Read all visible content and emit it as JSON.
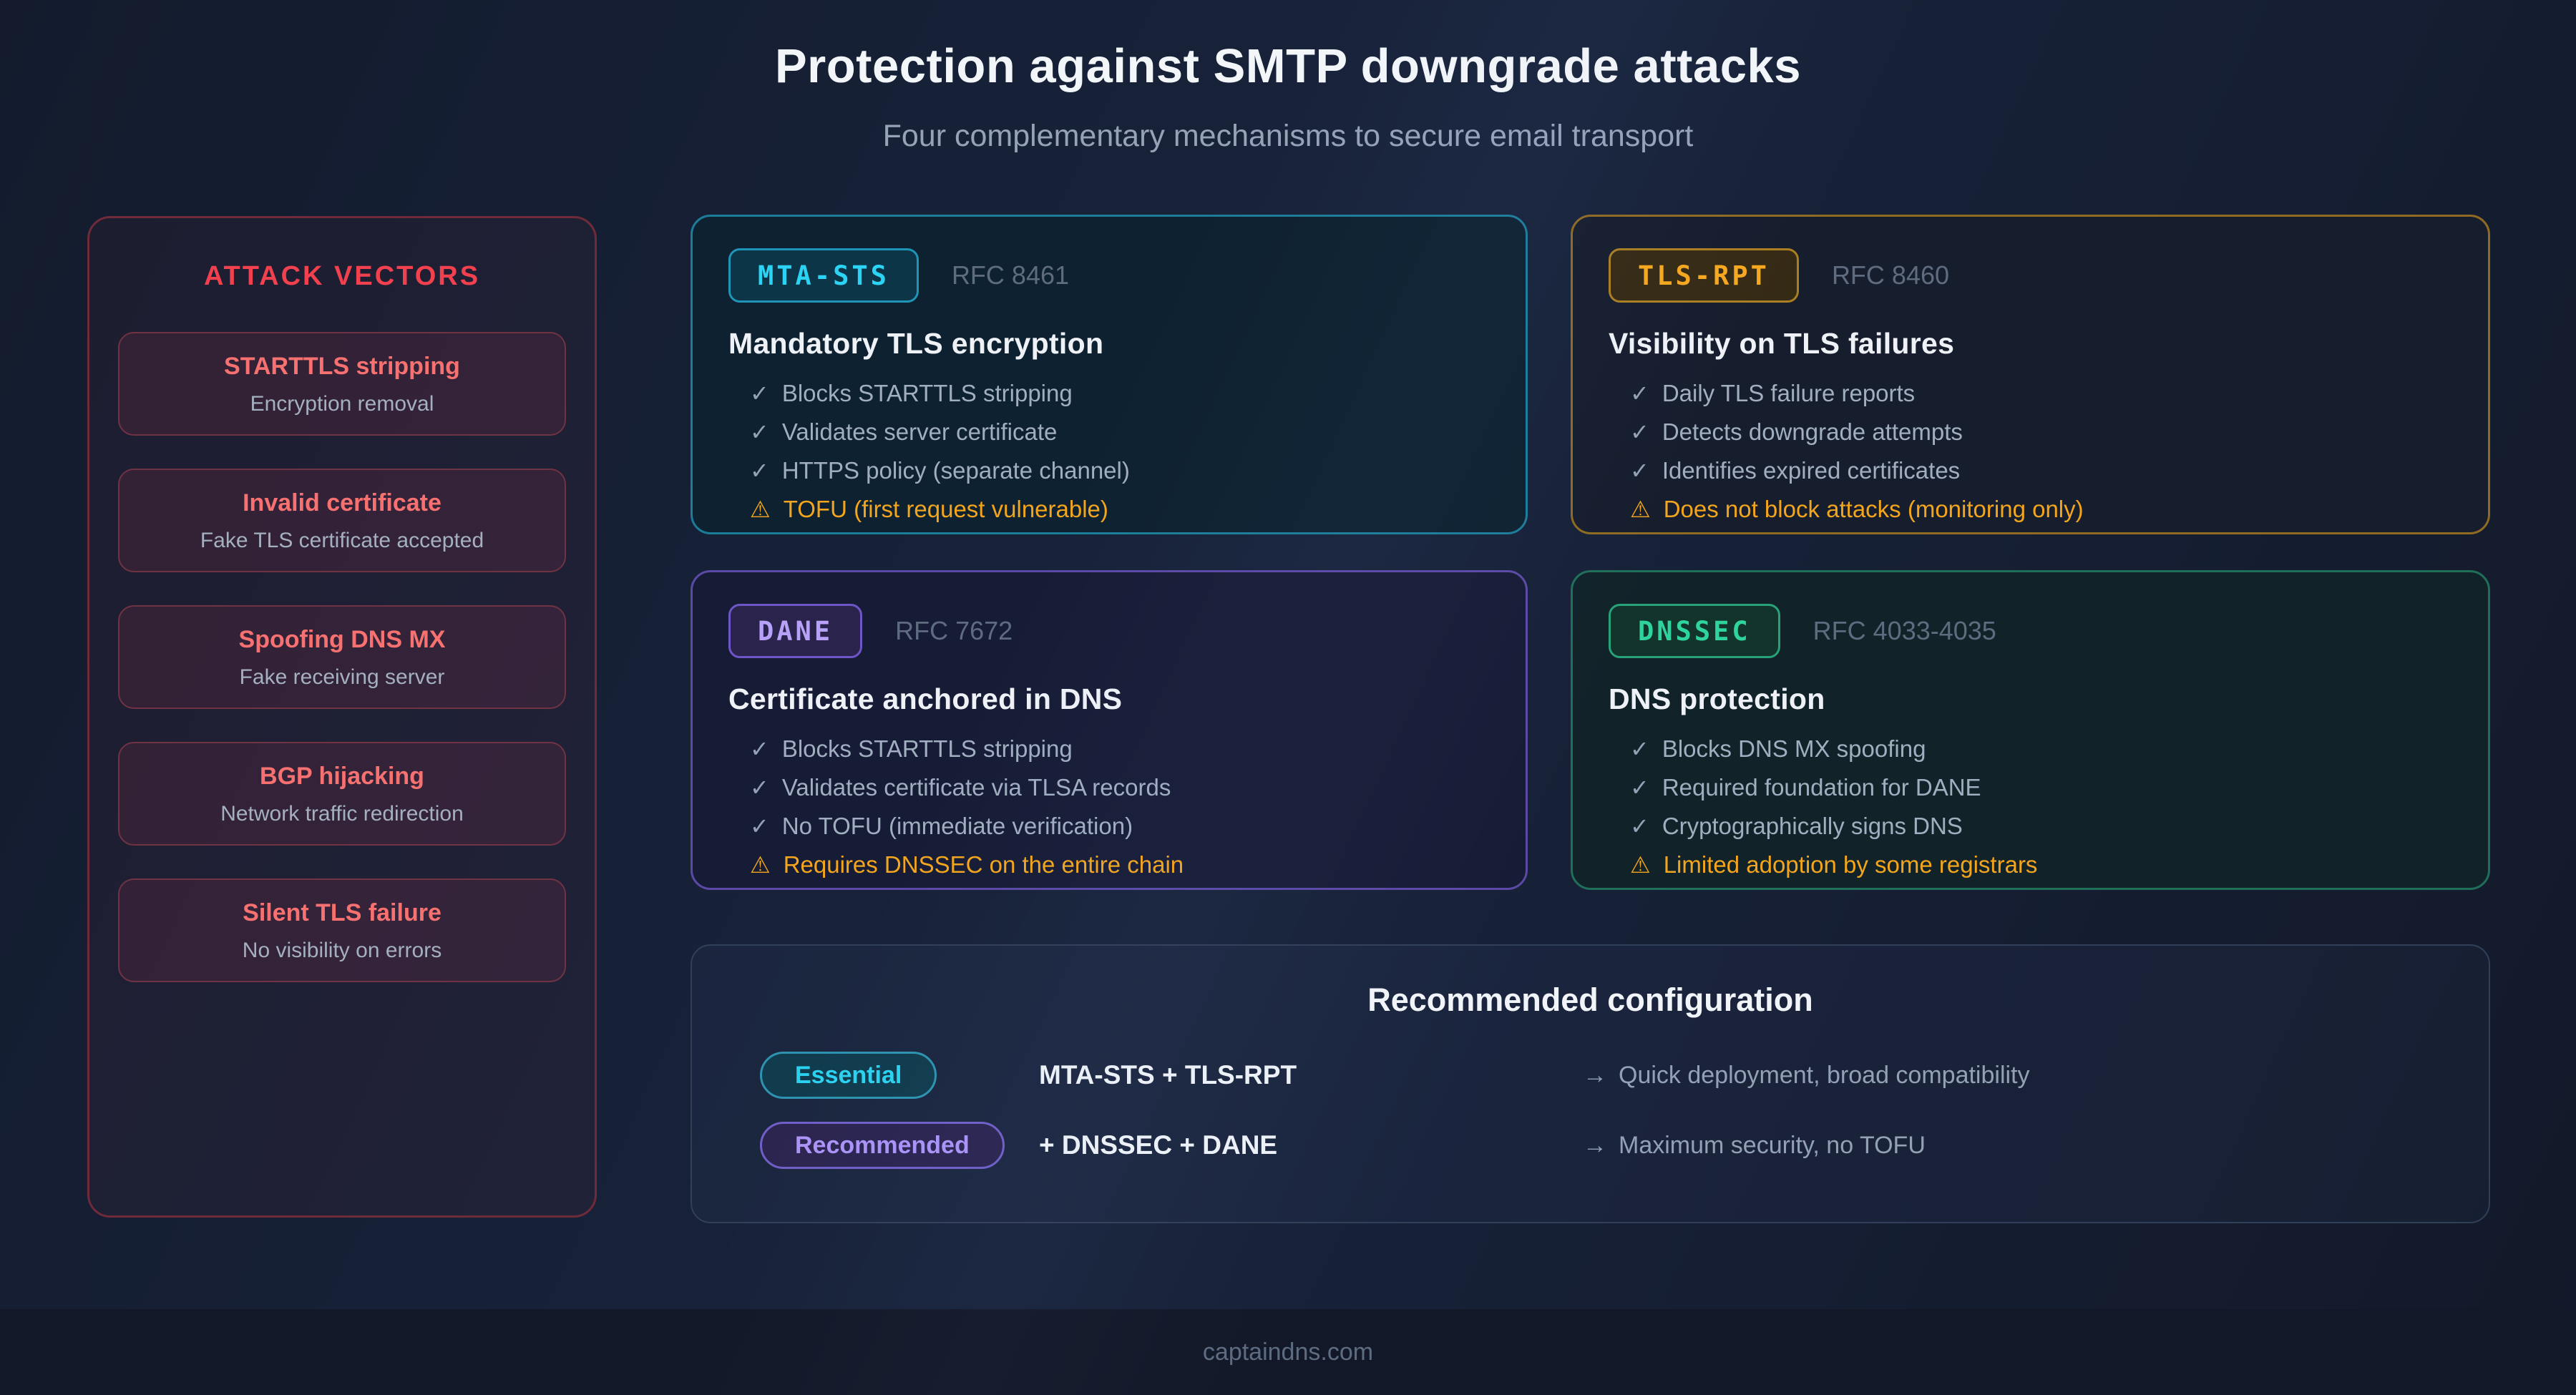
{
  "page": {
    "title": "Protection against SMTP downgrade attacks",
    "subtitle": "Four complementary mechanisms to secure email transport",
    "footer": "captaindns.com"
  },
  "colors": {
    "background": "#141d30",
    "footer_bg": "#121827",
    "attack_red": "#f2414e",
    "attack_item_red": "#f87171",
    "check_gray": "#93a2b6",
    "list_text_gray": "#a0aec0",
    "warning_orange": "#f2a51d",
    "rfc_gray": "#5f6c80"
  },
  "icons": {
    "check": "✓",
    "warning": "⚠",
    "arrow": "→"
  },
  "attack_panel": {
    "heading": "ATTACK VECTORS",
    "items": [
      {
        "title": "STARTTLS stripping",
        "subtitle": "Encryption removal"
      },
      {
        "title": "Invalid certificate",
        "subtitle": "Fake TLS certificate accepted"
      },
      {
        "title": "Spoofing DNS MX",
        "subtitle": "Fake receiving server"
      },
      {
        "title": "BGP hijacking",
        "subtitle": "Network traffic redirection"
      },
      {
        "title": "Silent TLS failure",
        "subtitle": "No visibility on errors"
      }
    ]
  },
  "cards": [
    {
      "badge": "MTA-STS",
      "rfc": "RFC 8461",
      "title": "Mandatory TLS encryption",
      "accent": "#2bd4f5",
      "border": "#1c7d99",
      "badge_bg": "#0c3547",
      "badge_border": "#2094b6",
      "card_bg": "#0e2130",
      "items": [
        {
          "icon": "check",
          "text": "Blocks STARTTLS stripping"
        },
        {
          "icon": "check",
          "text": "Validates server certificate"
        },
        {
          "icon": "check",
          "text": "HTTPS policy (separate channel)"
        },
        {
          "icon": "warning",
          "text": "TOFU (first request vulnerable)"
        }
      ]
    },
    {
      "badge": "TLS-RPT",
      "rfc": "RFC 8460",
      "title": "Visibility on TLS failures",
      "accent": "#f6a81e",
      "border": "#8f6b22",
      "badge_bg": "#352a14",
      "badge_border": "#aa7e22",
      "card_bg": "#161d2d",
      "items": [
        {
          "icon": "check",
          "text": "Daily TLS failure reports"
        },
        {
          "icon": "check",
          "text": "Detects downgrade attempts"
        },
        {
          "icon": "check",
          "text": "Identifies expired certificates"
        },
        {
          "icon": "warning",
          "text": "Does not block attacks (monitoring only)"
        }
      ]
    },
    {
      "badge": "DANE",
      "rfc": "RFC 7672",
      "title": "Certificate anchored in DNS",
      "accent": "#b7a1f9",
      "border": "#5b4aa5",
      "badge_bg": "#2a234c",
      "badge_border": "#6e55c8",
      "card_bg": "#171c36",
      "items": [
        {
          "icon": "check",
          "text": "Blocks STARTTLS stripping"
        },
        {
          "icon": "check",
          "text": "Validates certificate via TLSA records"
        },
        {
          "icon": "check",
          "text": "No TOFU (immediate verification)"
        },
        {
          "icon": "warning",
          "text": "Requires DNSSEC on the entire chain"
        }
      ]
    },
    {
      "badge": "DNSSEC",
      "rfc": "RFC 4033-4035",
      "title": "DNS protection",
      "accent": "#2fd49c",
      "border": "#206f59",
      "badge_bg": "#12342c",
      "badge_border": "#27a279",
      "card_bg": "#112329",
      "items": [
        {
          "icon": "check",
          "text": "Blocks DNS MX spoofing"
        },
        {
          "icon": "check",
          "text": "Required foundation for DANE"
        },
        {
          "icon": "check",
          "text": "Cryptographically signs DNS"
        },
        {
          "icon": "warning",
          "text": "Limited adoption by some registrars"
        }
      ]
    }
  ],
  "recommendation": {
    "title": "Recommended configuration",
    "rows": [
      {
        "badge": "Essential",
        "combo": "MTA-STS + TLS-RPT",
        "note": "Quick deployment, broad compatibility",
        "badge_text": "#2bd2f0",
        "badge_bg": "#113c4e",
        "badge_border": "#2e93b0"
      },
      {
        "badge": "Recommended",
        "combo": "+ DNSSEC + DANE",
        "note": "Maximum security, no TOFU",
        "badge_text": "#ab93f8",
        "badge_bg": "#2b2550",
        "badge_border": "#6f5fc6"
      }
    ]
  }
}
